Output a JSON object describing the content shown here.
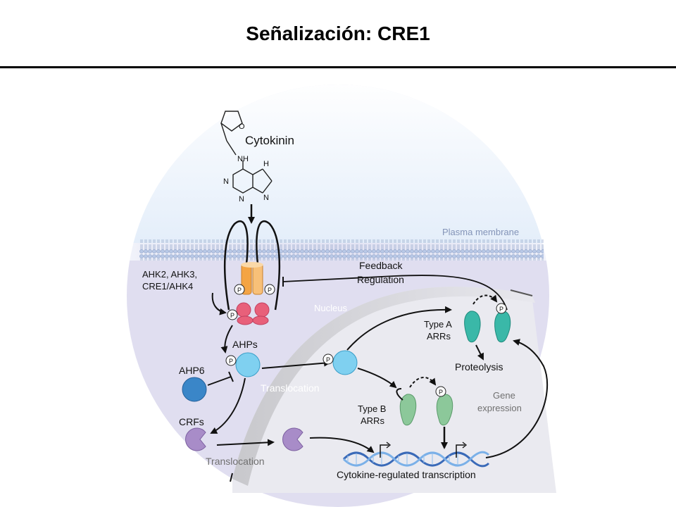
{
  "slide": {
    "title": "Señalización: CRE1"
  },
  "diagram": {
    "cytokinin": "Cytokinin",
    "plasma_membrane": "Plasma membrane",
    "receptors": [
      "AHK2, AHK3,",
      "CRE1/AHK4"
    ],
    "feedback": [
      "Feedback",
      "Regulation"
    ],
    "nucleus": "Nucleus",
    "ahps": "AHPs",
    "ahp6": "AHP6",
    "crfs": "CRFs",
    "translocation_1": "Translocation",
    "translocation_2": "Translocation",
    "type_a": [
      "Type A",
      "ARRs"
    ],
    "proteolysis": "Proteolysis",
    "type_b": [
      "Type B",
      "ARRs"
    ],
    "gene_expression": [
      "Gene",
      "expression"
    ],
    "transcription": "Cytokine-regulated transcription",
    "phospho": "P",
    "atoms": {
      "o": "O",
      "nh": "NH",
      "n": "N",
      "h": "H"
    }
  },
  "colors": {
    "ahp_cyan": "#7fd0f0",
    "ahp6_blue": "#3a86c8",
    "crf_purple": "#a88cc8",
    "typeA_teal": "#3ab8a8",
    "typeB_green": "#8cc89a",
    "receptor_orange": "#f0a040",
    "kinase_pink": "#e8607a"
  }
}
